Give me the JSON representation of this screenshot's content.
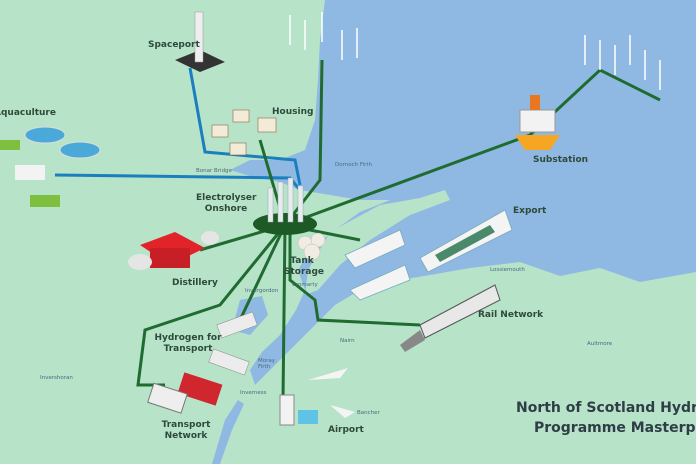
{
  "title": {
    "line1": "North of Scotland Hydrog",
    "line2": "Programme Masterp"
  },
  "facilities": {
    "spaceport": "Spaceport",
    "housing": "Housing",
    "aquaculture": "Aquaculture",
    "electrolyser": "Electrolyser Onshore",
    "substation": "Substation",
    "export": "Export",
    "tank_storage": "Tank Storage",
    "distillery": "Distillery",
    "rail": "Rail Network",
    "hydrogen_transport": "Hydrogen for Transport",
    "transport_network": "Transport Network",
    "airport": "Airport"
  },
  "places": {
    "bonar_bridge": "Bonar Bridge",
    "dornoch_firth": "Dornoch Firth",
    "invergordon": "Invergordon",
    "cromarty": "Cromarty",
    "lossiemouth": "Lossiemouth",
    "aultmore": "Aultmore",
    "nairn": "Nairn",
    "moray_firth": "Moray Firth",
    "invershoran": "Invershoran",
    "inverness": "Inverness",
    "bancher": "Bancher"
  },
  "colors": {
    "land": "#b7e3c9",
    "sea": "#8fb9e3",
    "pipeline": "#1f6b30",
    "water_line": "#1b7fbf",
    "hub": "#1d5a26"
  }
}
